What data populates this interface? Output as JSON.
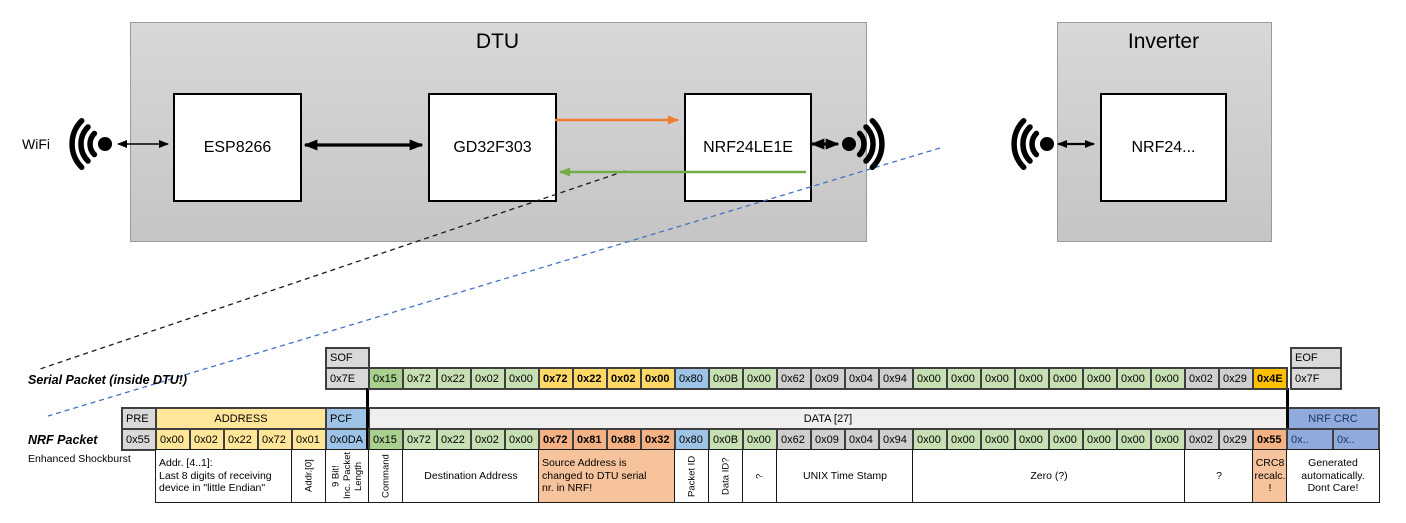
{
  "diagram": {
    "wifi_label": "WiFi",
    "dtu": {
      "title": "DTU",
      "esp": "ESP8266",
      "gd": "GD32F303",
      "nrf": "NRF24LE1E"
    },
    "inverter": {
      "title": "Inverter",
      "nrf": "NRF24..."
    },
    "colors": {
      "orange_arrow": "#ED7D31",
      "green_arrow": "#70AD47",
      "blue_dashed": "#4472C4"
    }
  },
  "serial_packet": {
    "label": "Serial Packet (inside DTU!)",
    "sof": {
      "header": "SOF",
      "value": "0x7E"
    },
    "eof": {
      "header": "EOF",
      "value": "0x7F"
    },
    "bytes": [
      {
        "v": "0x15",
        "c": "mg"
      },
      {
        "v": "0x72",
        "c": "lg"
      },
      {
        "v": "0x22",
        "c": "lg"
      },
      {
        "v": "0x02",
        "c": "lg"
      },
      {
        "v": "0x00",
        "c": "lg"
      },
      {
        "v": "0x72",
        "c": "gold",
        "b": true
      },
      {
        "v": "0x22",
        "c": "gold",
        "b": true
      },
      {
        "v": "0x02",
        "c": "gold",
        "b": true
      },
      {
        "v": "0x00",
        "c": "gold",
        "b": true
      },
      {
        "v": "0x80",
        "c": "blue"
      },
      {
        "v": "0x0B",
        "c": "lg"
      },
      {
        "v": "0x00",
        "c": "lg"
      },
      {
        "v": "0x62",
        "c": "gray"
      },
      {
        "v": "0x09",
        "c": "gray"
      },
      {
        "v": "0x04",
        "c": "gray"
      },
      {
        "v": "0x94",
        "c": "gray"
      },
      {
        "v": "0x00",
        "c": "lg"
      },
      {
        "v": "0x00",
        "c": "lg"
      },
      {
        "v": "0x00",
        "c": "lg"
      },
      {
        "v": "0x00",
        "c": "lg"
      },
      {
        "v": "0x00",
        "c": "lg"
      },
      {
        "v": "0x00",
        "c": "lg"
      },
      {
        "v": "0x00",
        "c": "lg"
      },
      {
        "v": "0x00",
        "c": "lg"
      },
      {
        "v": "0x02",
        "c": "gray"
      },
      {
        "v": "0x29",
        "c": "gray"
      },
      {
        "v": "0x4E",
        "c": "amber",
        "b": true
      }
    ]
  },
  "nrf_packet": {
    "label": "NRF Packet",
    "sublabel": "Enhanced Shockburst",
    "pre": {
      "header": "PRE",
      "value": "0x55"
    },
    "address": {
      "header": "ADDRESS",
      "values": [
        "0x00",
        "0x02",
        "0x22",
        "0x72",
        "0x01"
      ]
    },
    "pcf": {
      "header": "PCF",
      "value": "0x0DA"
    },
    "data_header": "DATA [27]",
    "bytes": [
      {
        "v": "0x15",
        "c": "mg"
      },
      {
        "v": "0x72",
        "c": "lg"
      },
      {
        "v": "0x22",
        "c": "lg"
      },
      {
        "v": "0x02",
        "c": "lg"
      },
      {
        "v": "0x00",
        "c": "lg"
      },
      {
        "v": "0x72",
        "c": "org",
        "b": true
      },
      {
        "v": "0x81",
        "c": "org",
        "b": true
      },
      {
        "v": "0x88",
        "c": "org",
        "b": true
      },
      {
        "v": "0x32",
        "c": "org",
        "b": true
      },
      {
        "v": "0x80",
        "c": "blue"
      },
      {
        "v": "0x0B",
        "c": "lg"
      },
      {
        "v": "0x00",
        "c": "lg"
      },
      {
        "v": "0x62",
        "c": "gray"
      },
      {
        "v": "0x09",
        "c": "gray"
      },
      {
        "v": "0x04",
        "c": "gray"
      },
      {
        "v": "0x94",
        "c": "gray"
      },
      {
        "v": "0x00",
        "c": "lg"
      },
      {
        "v": "0x00",
        "c": "lg"
      },
      {
        "v": "0x00",
        "c": "lg"
      },
      {
        "v": "0x00",
        "c": "lg"
      },
      {
        "v": "0x00",
        "c": "lg"
      },
      {
        "v": "0x00",
        "c": "lg"
      },
      {
        "v": "0x00",
        "c": "lg"
      },
      {
        "v": "0x00",
        "c": "lg"
      },
      {
        "v": "0x02",
        "c": "gray"
      },
      {
        "v": "0x29",
        "c": "gray"
      },
      {
        "v": "0x55",
        "c": "org",
        "b": true
      }
    ],
    "crc": {
      "header": "NRF CRC",
      "values": [
        "0x..",
        "0x.."
      ]
    }
  },
  "annotations": [
    {
      "grid": "addr",
      "col": 0,
      "span": 4,
      "lines": [
        "Addr. [4..1]:",
        "Last 8 digits of receiving",
        "device in \"little Endian\""
      ],
      "align": "left"
    },
    {
      "grid": "addr",
      "col": 4,
      "span": 1,
      "lines": [
        "Addr.[0]"
      ],
      "rot": true
    },
    {
      "grid": "pcf",
      "col": 0,
      "span": 1,
      "lines": [
        "9 Bit!",
        "Inc. Packet",
        "Length"
      ],
      "rot": true
    },
    {
      "grid": "data",
      "col": 0,
      "span": 1,
      "lines": [
        "Command"
      ],
      "rot": true
    },
    {
      "grid": "data",
      "col": 1,
      "span": 4,
      "lines": [
        "Destination Address"
      ],
      "align": "center"
    },
    {
      "grid": "data",
      "col": 5,
      "span": 4,
      "lines": [
        "Source Address is",
        "changed to DTU serial",
        "nr. in NRF!"
      ],
      "align": "left",
      "orange": true
    },
    {
      "grid": "data",
      "col": 9,
      "span": 1,
      "lines": [
        "Packet ID"
      ],
      "rot": true
    },
    {
      "grid": "data",
      "col": 10,
      "span": 1,
      "lines": [
        "Data ID?"
      ],
      "rot": true
    },
    {
      "grid": "data",
      "col": 11,
      "span": 1,
      "lines": [
        "?"
      ],
      "rot": true
    },
    {
      "grid": "data",
      "col": 12,
      "span": 4,
      "lines": [
        "UNIX Time Stamp"
      ],
      "align": "center"
    },
    {
      "grid": "data",
      "col": 16,
      "span": 8,
      "lines": [
        "Zero (?)"
      ],
      "align": "center"
    },
    {
      "grid": "data",
      "col": 24,
      "span": 2,
      "lines": [
        "?"
      ],
      "align": "center"
    },
    {
      "grid": "data",
      "col": 26,
      "span": 1,
      "lines": [
        "CRC8",
        "recalc.",
        "!"
      ],
      "align": "center",
      "orange": true
    },
    {
      "grid": "crc",
      "col": 0,
      "span": 2,
      "lines": [
        "Generated",
        "automatically.",
        "Dont Care!"
      ],
      "align": "center"
    }
  ]
}
